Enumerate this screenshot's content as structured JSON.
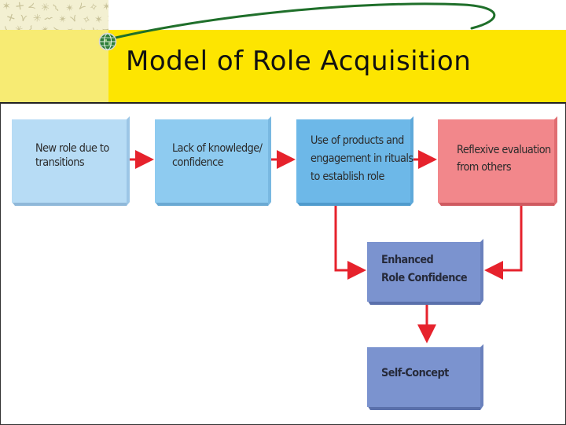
{
  "slide": {
    "title": "Model of Role Acquisition"
  },
  "diagram": {
    "colors": {
      "box_blue_light": "#b7dcf5",
      "box_blue_medium": "#8ecbf0",
      "box_blue": "#6db8e8",
      "box_red": "#f2878b",
      "box_purple": "#7b93cf",
      "arrow_red": "#e6222c",
      "title_bar_yellow": "#fde501",
      "orbit_green": "#1f6f2a"
    },
    "nodes": {
      "new_role": {
        "lines": [
          "New role due to",
          "transitions"
        ]
      },
      "lack_knowledge": {
        "lines": [
          "Lack of knowledge/",
          "confidence"
        ]
      },
      "use_products": {
        "lines": [
          "Use of products and",
          "engagement in rituals",
          "to establish role"
        ]
      },
      "reflexive_eval": {
        "lines": [
          "Reflexive evaluation",
          "from others"
        ]
      },
      "enhanced_confidence": {
        "lines": [
          "Enhanced",
          "Role Confidence"
        ]
      },
      "self_concept": {
        "lines": [
          "Self-Concept"
        ]
      }
    },
    "edges": [
      {
        "from": "new_role",
        "to": "lack_knowledge"
      },
      {
        "from": "lack_knowledge",
        "to": "use_products"
      },
      {
        "from": "use_products",
        "to": "reflexive_eval"
      },
      {
        "from": "use_products",
        "to": "enhanced_confidence"
      },
      {
        "from": "reflexive_eval",
        "to": "enhanced_confidence"
      },
      {
        "from": "enhanced_confidence",
        "to": "self_concept"
      }
    ]
  }
}
